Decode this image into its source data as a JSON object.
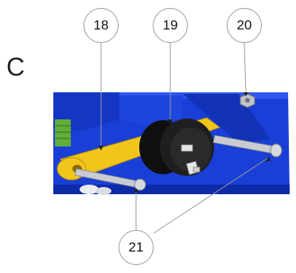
{
  "figure": {
    "panel_letter": "C",
    "callouts": [
      {
        "number": "18"
      },
      {
        "number": "19"
      },
      {
        "number": "20"
      },
      {
        "number": "21"
      }
    ],
    "colors": {
      "frame_blue": "#1a3fd6",
      "frame_blue_dark": "#0d2aa8",
      "arm_yellow": "#f2c51b",
      "motor_black": "#1a1a1a",
      "pin_gray": "#c8ccd2",
      "leader_gray": "#9a9a9a"
    }
  }
}
